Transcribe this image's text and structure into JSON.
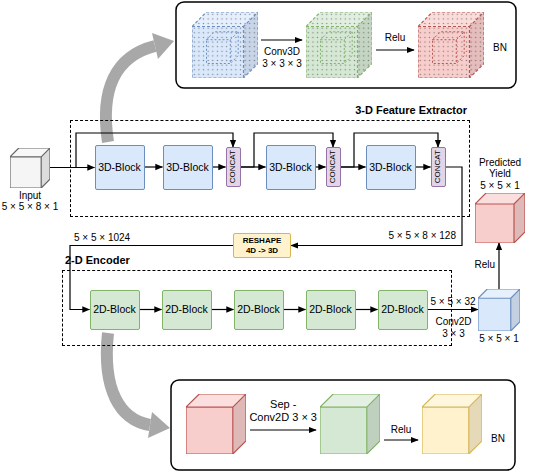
{
  "diagram": {
    "nodes": [
      {
        "text": [
          "Input",
          "5 × 5 × 8 × 1"
        ]
      },
      {
        "text": [
          "3-D Feature Extractor"
        ]
      },
      {
        "text": [
          "3D-Block"
        ],
        "in": 1
      },
      {
        "text": [
          "3D-Block"
        ],
        "in": 1
      },
      {
        "text": [
          "CONCAT"
        ],
        "in": 1
      },
      {
        "text": [
          "3D-Block"
        ],
        "in": 1
      },
      {
        "text": [
          "CONCAT"
        ],
        "in": 1
      },
      {
        "text": [
          "3D-Block"
        ],
        "in": 1
      },
      {
        "text": [
          "CONCAT"
        ],
        "in": 1
      },
      {
        "text": [
          "Predicted Yield",
          "5 × 5 × 1"
        ]
      },
      {
        "text": [
          "RESHAPE 4D -> 3D"
        ]
      },
      {
        "text": [
          "2-D Encoder"
        ]
      },
      {
        "text": [
          "2D-Block"
        ],
        "in": 11
      },
      {
        "text": [
          "2D-Block"
        ],
        "in": 11
      },
      {
        "text": [
          "2D-Block"
        ],
        "in": 11
      },
      {
        "text": [
          "2D-Block"
        ],
        "in": 11
      },
      {
        "text": [
          "2D-Block"
        ],
        "in": 11
      },
      {
        "text": [
          "5 × 5 × 1"
        ]
      }
    ],
    "edges": [
      {
        "from": 0,
        "to": 2,
        "arrow": "to"
      },
      {
        "from": 2,
        "to": 3,
        "arrow": "to"
      },
      {
        "from": 3,
        "to": 4,
        "arrow": "to"
      },
      {
        "from": 4,
        "to": 5,
        "arrow": "to"
      },
      {
        "from": 5,
        "to": 6,
        "arrow": "to"
      },
      {
        "from": 6,
        "to": 7,
        "arrow": "to"
      },
      {
        "from": 7,
        "to": 8,
        "arrow": "to"
      },
      {
        "from": 0,
        "to": 4,
        "arrow": "to"
      },
      {
        "from": 4,
        "to": 6,
        "arrow": "to"
      },
      {
        "from": 6,
        "to": 8,
        "arrow": "to"
      },
      {
        "from": 8,
        "to": 10,
        "arrow": "to"
      },
      {
        "from": 10,
        "to": 12,
        "arrow": "to"
      },
      {
        "from": 12,
        "to": 13,
        "arrow": "to"
      },
      {
        "from": 13,
        "to": 14,
        "arrow": "to"
      },
      {
        "from": 14,
        "to": 15,
        "arrow": "to"
      },
      {
        "from": 15,
        "to": 16,
        "arrow": "to"
      },
      {
        "from": 16,
        "to": 17,
        "arrow": "to"
      },
      {
        "from": 17,
        "to": 9,
        "label": "Relu",
        "arrow": "to"
      }
    ],
    "labels": [
      "Conv3D 3 × 3 × 3",
      "Relu",
      "BN",
      "5 × 5 × 8 × 128",
      "5 × 5 × 1024",
      "5 × 5 × 32",
      "Conv2D 3 × 3",
      "Sep - Conv2D 3 × 3",
      "Relu",
      "BN"
    ]
  }
}
